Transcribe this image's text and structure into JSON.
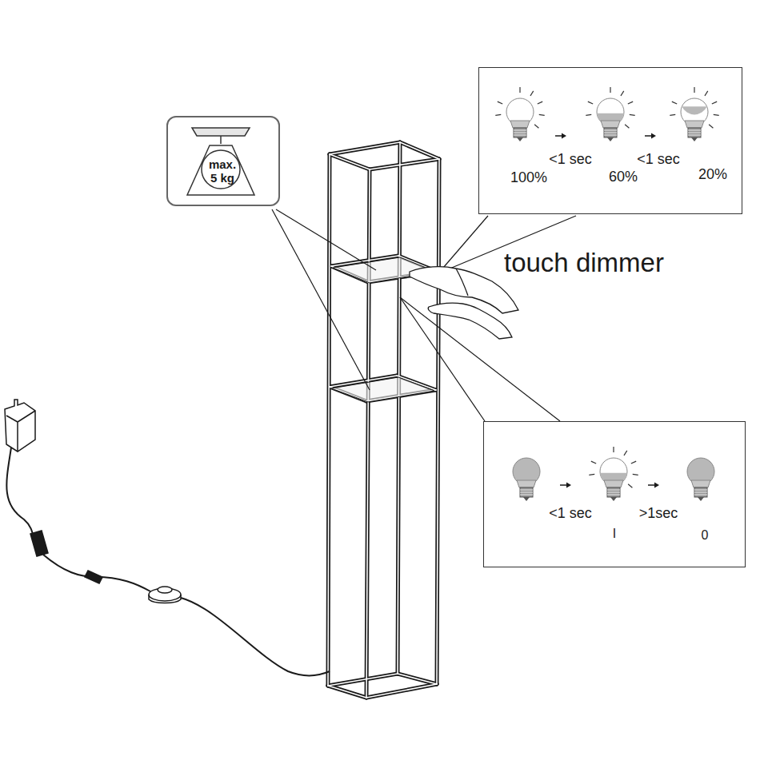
{
  "diagram": {
    "nodes": [
      {
        "text": [
          "max. 5 kg"
        ]
      },
      {
        "text": [
          "100%",
          "<1 sec",
          "60%",
          "<1 sec",
          "20%"
        ]
      },
      {
        "text": [
          "<1 sec",
          "I",
          ">1sec",
          "0"
        ]
      }
    ],
    "labels": [
      "touch dimmer"
    ]
  }
}
